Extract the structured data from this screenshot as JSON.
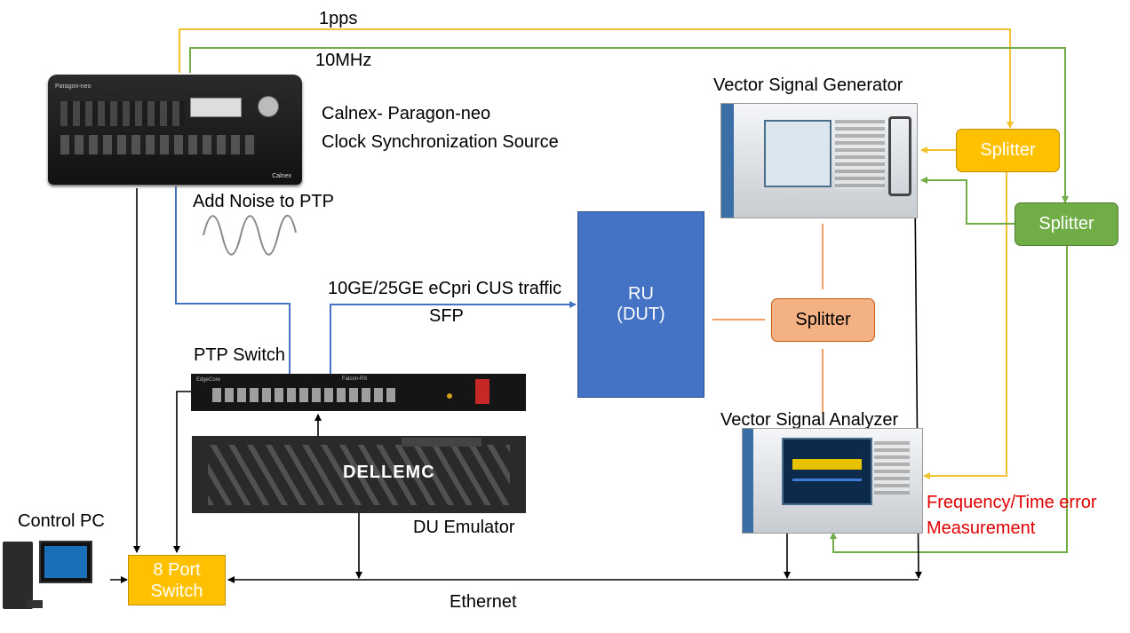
{
  "signals": {
    "pps": "1pps",
    "mhz": "10MHz"
  },
  "calnex": {
    "brand": "Paragon-neo",
    "vendor_badge": "Calnex",
    "name_line1": "Calnex- Paragon-neo",
    "name_line2": "Clock Synchronization Source"
  },
  "noise": {
    "label": "Add Noise to PTP"
  },
  "traffic": {
    "line1": "10GE/25GE eCpri CUS traffic",
    "line2": "SFP"
  },
  "ru": {
    "line1": "RU",
    "line2": "(DUT)"
  },
  "ptp_switch": {
    "label": "PTP Switch",
    "badge": "EdgeCore",
    "model": "Falcon-RX"
  },
  "du": {
    "label": "DU Emulator",
    "brand": "DELLEMC"
  },
  "vsg": {
    "label": "Vector Signal Generator"
  },
  "vsa": {
    "label": "Vector Signal Analyzer"
  },
  "splitters": {
    "yellow": "Splitter",
    "green": "Splitter",
    "orange": "Splitter"
  },
  "measurement": {
    "line1": "Frequency/Time error",
    "line2": "Measurement"
  },
  "control_pc": {
    "label": "Control PC"
  },
  "port_switch": {
    "line1": "8 Port",
    "line2": "Switch"
  },
  "ethernet": {
    "label": "Ethernet"
  },
  "colors": {
    "pps_line": "#F2C12E",
    "mhz_line": "#70AD47",
    "blue_line": "#4472C4",
    "orange_line": "#ED7D31",
    "ru_fill": "#4472C4",
    "splitter_yellow": "#FFC000",
    "splitter_green": "#70AD47",
    "splitter_orange": "#F4B183",
    "port_switch_fill": "#FFC000",
    "measurement_text": "#E00000"
  }
}
